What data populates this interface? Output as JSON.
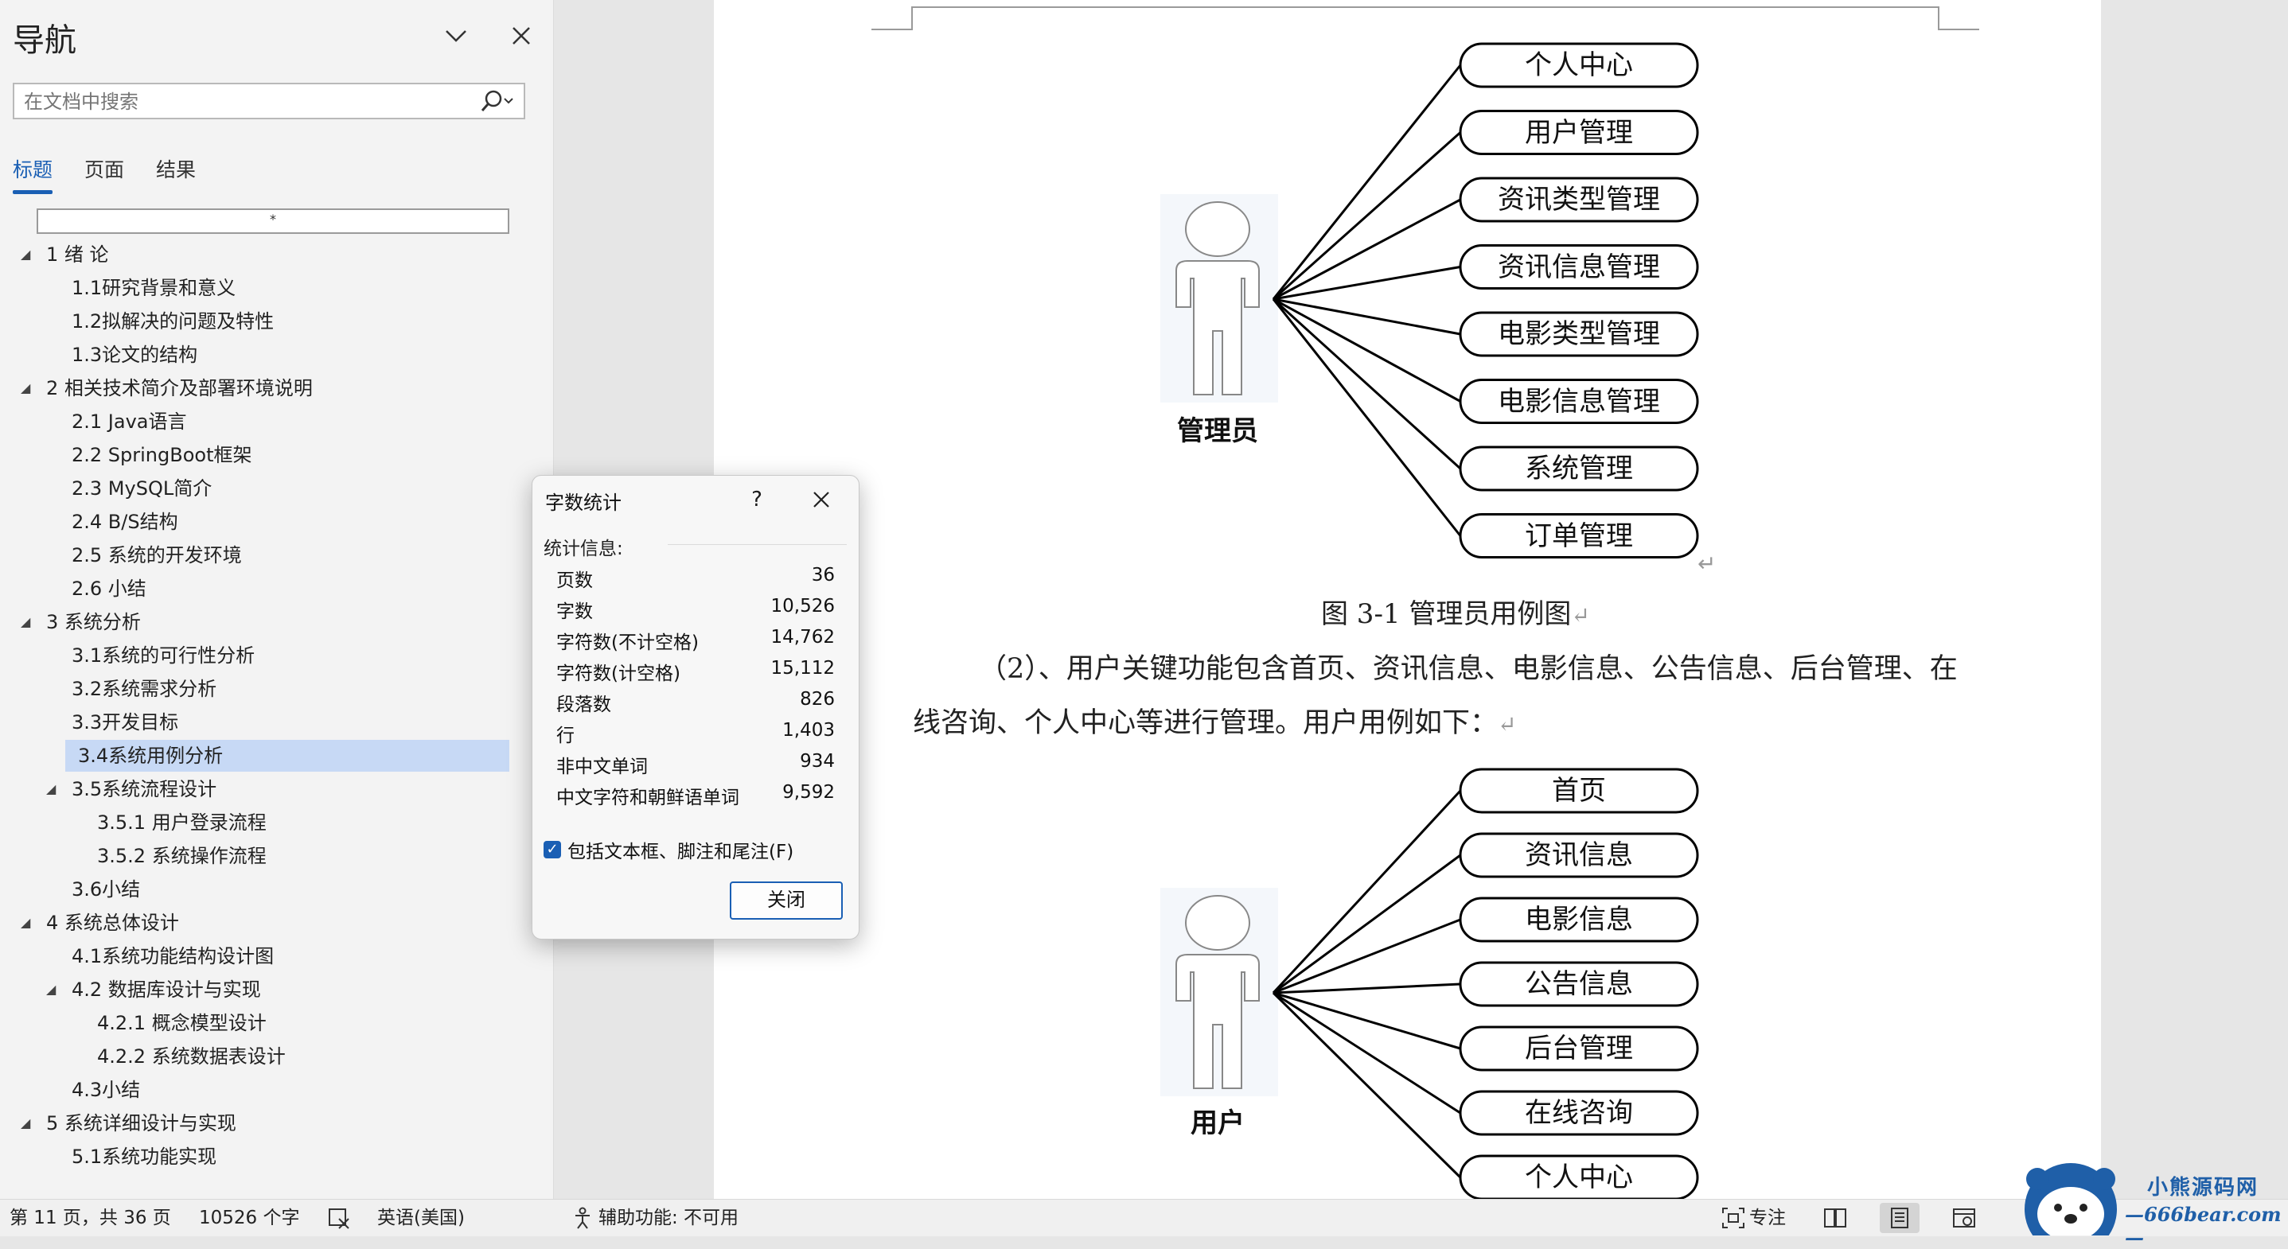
{
  "nav": {
    "title": "导航",
    "search_placeholder": "在文档中搜索",
    "tabs": [
      "标题",
      "页面",
      "结果"
    ],
    "outline_marker": "*",
    "tree": [
      {
        "label": "1 绪  论",
        "level": 0,
        "expanded": true
      },
      {
        "label": "1.1研究背景和意义",
        "level": 1
      },
      {
        "label": "1.2拟解决的问题及特性",
        "level": 1
      },
      {
        "label": "1.3论文的结构",
        "level": 1
      },
      {
        "label": "2 相关技术简介及部署环境说明",
        "level": 0,
        "expanded": true
      },
      {
        "label": "2.1 Java语言",
        "level": 1
      },
      {
        "label": "2.2 SpringBoot框架",
        "level": 1
      },
      {
        "label": "2.3 MySQL简介",
        "level": 1
      },
      {
        "label": "2.4 B/S结构",
        "level": 1
      },
      {
        "label": "2.5 系统的开发环境",
        "level": 1
      },
      {
        "label": "2.6 小结",
        "level": 1
      },
      {
        "label": "3 系统分析",
        "level": 0,
        "expanded": true
      },
      {
        "label": "3.1系统的可行性分析",
        "level": 1
      },
      {
        "label": "3.2系统需求分析",
        "level": 1
      },
      {
        "label": "3.3开发目标",
        "level": 1
      },
      {
        "label": "3.4系统用例分析",
        "level": 1,
        "selected": true
      },
      {
        "label": "3.5系统流程设计",
        "level": 1,
        "expanded": true
      },
      {
        "label": "3.5.1 用户登录流程",
        "level": 2
      },
      {
        "label": "3.5.2 系统操作流程",
        "level": 2
      },
      {
        "label": "3.6小结",
        "level": 1
      },
      {
        "label": "4 系统总体设计",
        "level": 0,
        "expanded": true
      },
      {
        "label": "4.1系统功能结构设计图",
        "level": 1
      },
      {
        "label": "4.2 数据库设计与实现",
        "level": 1,
        "expanded": true
      },
      {
        "label": "4.2.1 概念模型设计",
        "level": 2
      },
      {
        "label": "4.2.2 系统数据表设计",
        "level": 2
      },
      {
        "label": "4.3小结",
        "level": 1
      },
      {
        "label": "5 系统详细设计与实现",
        "level": 0,
        "expanded": true
      },
      {
        "label": "5.1系统功能实现",
        "level": 1
      }
    ]
  },
  "doc": {
    "diagram1": {
      "actor": "管理员",
      "cases": [
        "个人中心",
        "用户管理",
        "资讯类型管理",
        "资讯信息管理",
        "电影类型管理",
        "电影信息管理",
        "系统管理",
        "订单管理"
      ]
    },
    "caption1": "图 3-1  管理员用例图",
    "para_line1": "（2）、用户关键功能包含首页、资讯信息、电影信息、公告信息、后台管理、在",
    "para_line2": "线咨询、个人中心等进行管理。用户用例如下：",
    "diagram2": {
      "actor": "用户",
      "cases": [
        "首页",
        "资讯信息",
        "电影信息",
        "公告信息",
        "后台管理",
        "在线咨询",
        "个人中心"
      ]
    },
    "para_mark": "↵"
  },
  "dialog": {
    "title": "字数统计",
    "help": "?",
    "section": "统计信息:",
    "stats": [
      {
        "label": "页数",
        "value": "36"
      },
      {
        "label": "字数",
        "value": "10,526"
      },
      {
        "label": "字符数(不计空格)",
        "value": "14,762"
      },
      {
        "label": "字符数(计空格)",
        "value": "15,112"
      },
      {
        "label": "段落数",
        "value": "826"
      },
      {
        "label": "行",
        "value": "1,403"
      },
      {
        "label": "非中文单词",
        "value": "934"
      },
      {
        "label": "中文字符和朝鲜语单词",
        "value": "9,592"
      }
    ],
    "checkbox_label": "包括文本框、脚注和尾注(F)",
    "checkbox_checked": true,
    "close_label": "关闭"
  },
  "status": {
    "page_info": "第 11 页，共 36 页",
    "word_count": "10526 个字",
    "language": "英语(美国)",
    "accessibility": "辅助功能: 不可用",
    "focus": "专注"
  },
  "watermark": {
    "name": "小熊源码网",
    "url": "—666bear.com—"
  }
}
